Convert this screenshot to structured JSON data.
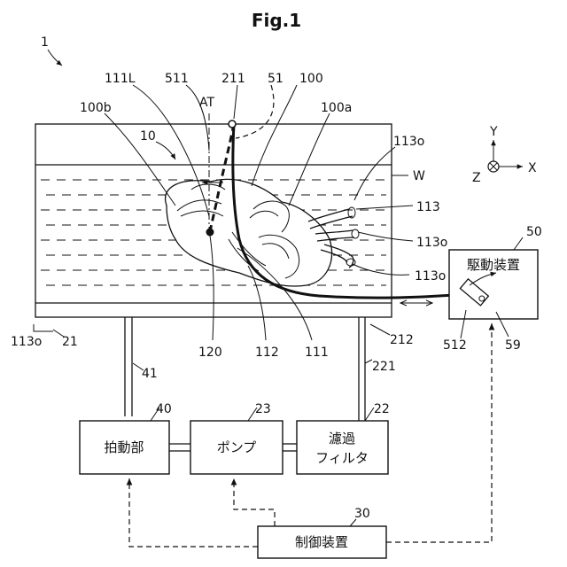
{
  "figure": {
    "title": "Fig.1",
    "system_ref": "1"
  },
  "labels": {
    "l_111L": "111L",
    "l_511": "511",
    "l_211": "211",
    "l_51": "51",
    "l_100": "100",
    "l_100b": "100b",
    "l_AT": "AT",
    "l_100a": "100a",
    "l_10": "10",
    "l_113o_top": "113o",
    "l_W": "W",
    "l_113": "113",
    "l_113o_mid": "113o",
    "l_113o_low": "113o",
    "l_50": "50",
    "l_113o_left": "113o",
    "l_21": "21",
    "l_120": "120",
    "l_112": "112",
    "l_111": "111",
    "l_212": "212",
    "l_512": "512",
    "l_59": "59",
    "l_41": "41",
    "l_221": "221",
    "l_40": "40",
    "l_23": "23",
    "l_22": "22",
    "l_30": "30"
  },
  "axes": {
    "y": "Y",
    "z": "Z",
    "x": "X"
  },
  "boxes": {
    "drive_unit": "駆動装置",
    "pulsation_unit": "拍動部",
    "pump": "ポンプ",
    "filter_line1": "濾過",
    "filter_line2": "フィルタ",
    "controller": "制御装置"
  }
}
